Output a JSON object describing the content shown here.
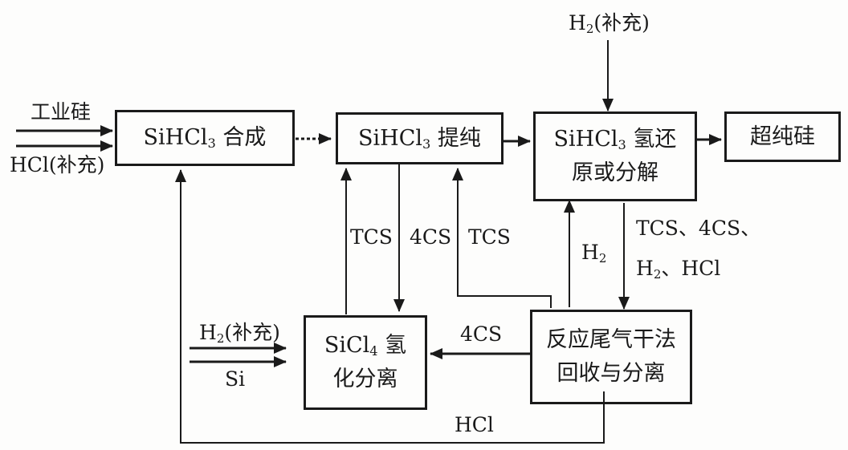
{
  "diagram": {
    "type": "process-flowchart",
    "nodes": {
      "synthesis": {
        "line1_pre": "SiHCl",
        "line1_sub": "3",
        "line1_post": " 合成"
      },
      "purification": {
        "line1_pre": "SiHCl",
        "line1_sub": "3",
        "line1_post": " 提纯"
      },
      "reduction": {
        "line1_pre": "SiHCl",
        "line1_sub": "3",
        "line1_post": " 氢还",
        "line2": "原或分解"
      },
      "ultrapure": {
        "line1": "超纯硅"
      },
      "hydrogenation": {
        "line1_pre": "SiCl",
        "line1_sub": "4",
        "line1_post": " 氢",
        "line2": "化分离"
      },
      "recovery": {
        "line1": "反应尾气干法",
        "line2": "回收与分离"
      }
    },
    "labels": {
      "industrial_si": "工业硅",
      "hcl_supply_pre": "HCl(补充)",
      "h2_supply_top_pre": "H",
      "h2_supply_top_sub": "2",
      "h2_supply_top_post": "(补充)",
      "h2_supply_left_pre": "H",
      "h2_supply_left_sub": "2",
      "h2_supply_left_post": "(补充)",
      "si": "Si",
      "tcs_left": "TCS",
      "fourcs_mid": "4CS",
      "tcs_right": "TCS",
      "h2_up_pre": "H",
      "h2_up_sub": "2",
      "tail_line1": "TCS、4CS、",
      "tail_line2_pre": "H",
      "tail_line2_sub": "2",
      "tail_line2_post": "、HCl",
      "fourcs_horizontal": "4CS",
      "hcl_return": "HCl"
    },
    "edges": [
      {
        "from": "工业硅",
        "to": "synthesis"
      },
      {
        "from": "HCl(补充)",
        "to": "synthesis"
      },
      {
        "from": "synthesis",
        "to": "purification"
      },
      {
        "from": "purification",
        "to": "reduction"
      },
      {
        "from": "H2(补充)",
        "to": "reduction"
      },
      {
        "from": "reduction",
        "to": "ultrapure"
      },
      {
        "from": "reduction",
        "to": "recovery",
        "label": "TCS、4CS、H2、HCl"
      },
      {
        "from": "recovery",
        "to": "reduction",
        "label": "H2"
      },
      {
        "from": "recovery",
        "to": "purification",
        "label": "TCS"
      },
      {
        "from": "recovery",
        "to": "hydrogenation",
        "label": "4CS"
      },
      {
        "from": "recovery",
        "to": "synthesis",
        "label": "HCl"
      },
      {
        "from": "purification",
        "to": "hydrogenation",
        "label": "4CS"
      },
      {
        "from": "hydrogenation",
        "to": "purification",
        "label": "TCS"
      },
      {
        "from": "H2(补充)",
        "to": "hydrogenation"
      },
      {
        "from": "Si",
        "to": "hydrogenation"
      }
    ]
  }
}
